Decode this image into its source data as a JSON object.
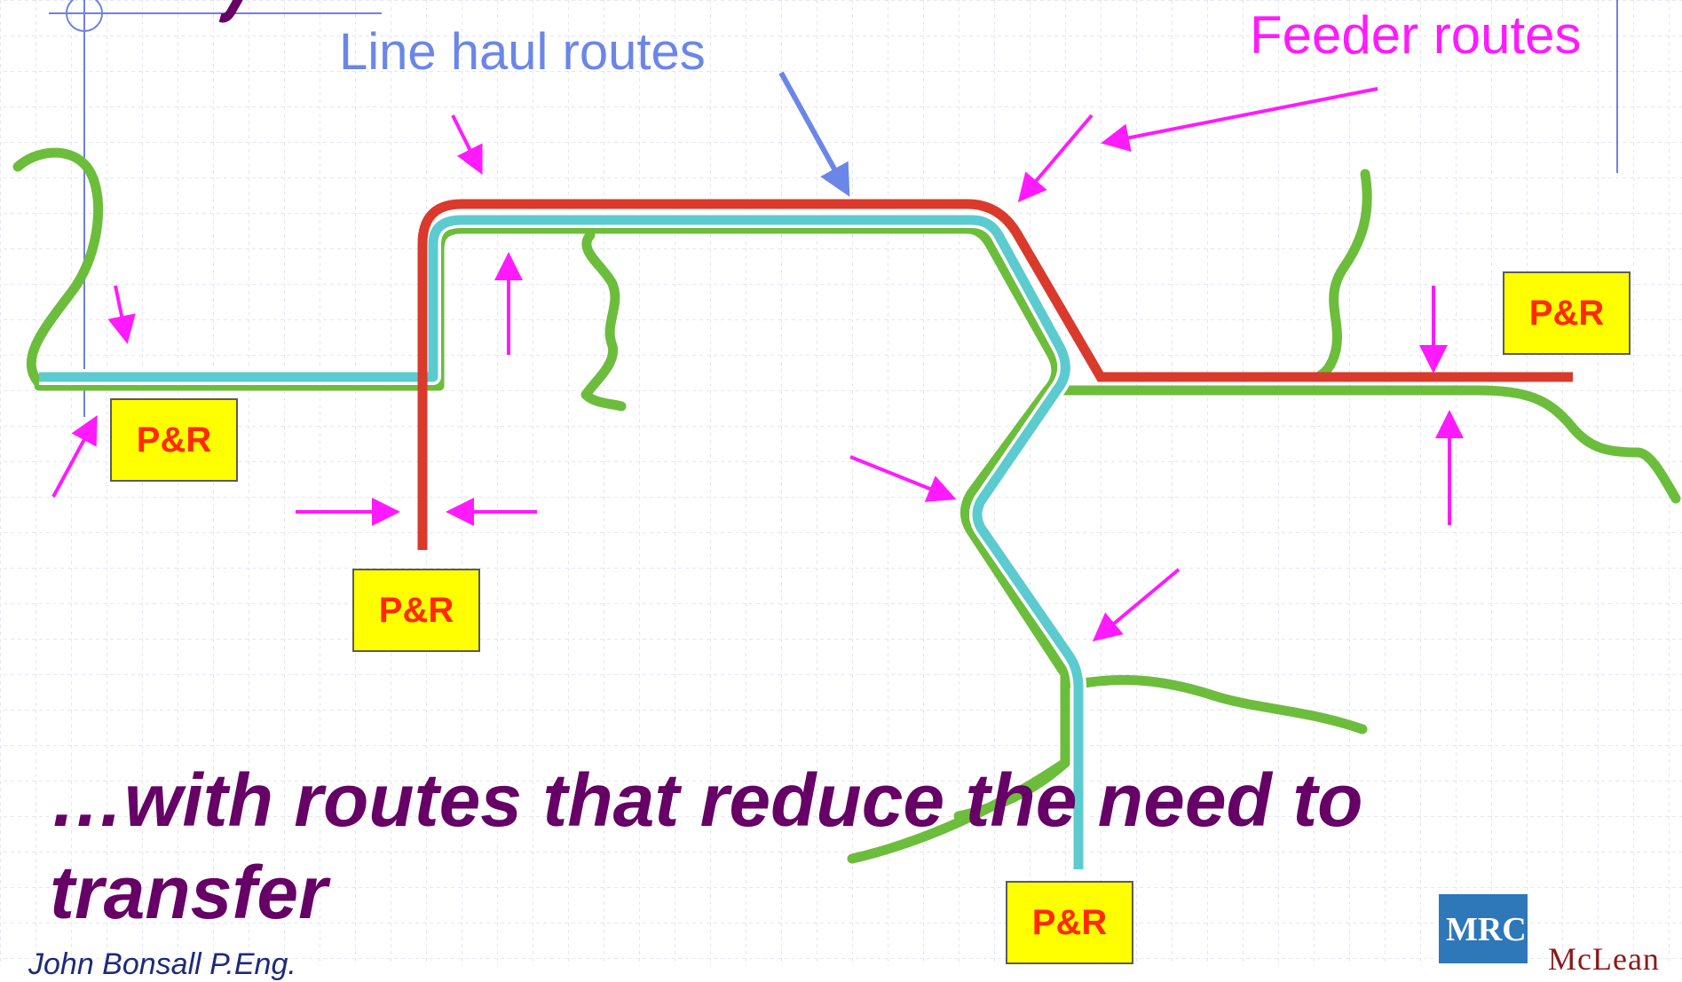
{
  "labels": {
    "line_haul": "Line haul routes",
    "feeder": "Feeder routes"
  },
  "park_and_ride": [
    "P&R",
    "P&R",
    "P&R",
    "P&R"
  ],
  "caption": "…with routes that reduce the need to transfer",
  "author": "John Bonsall P.Eng.",
  "logo": {
    "mark": "MRC",
    "name": "McLean"
  },
  "colors": {
    "line_haul_red": "#d93a2b",
    "line_haul_cyan": "#5ccbd0",
    "feeder_green": "#6cbd3c",
    "feeder_arrow": "#ff1aff",
    "line_haul_arrow": "#6b86e8",
    "park_and_ride_fill": "#ffff00",
    "park_and_ride_text": "#ff2a00",
    "caption": "#660066"
  }
}
